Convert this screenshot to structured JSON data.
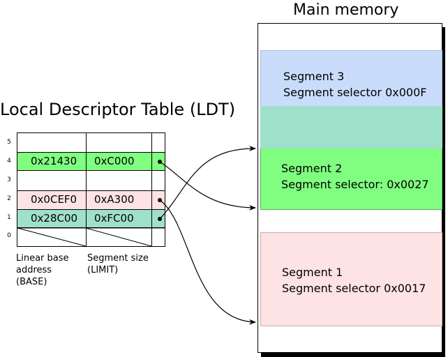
{
  "titles": {
    "main_memory": "Main memory",
    "ldt": "Local Descriptor Table (LDT)"
  },
  "colors": {
    "segment3": "#c9dcfb",
    "overlap": "#9fe0cb",
    "segment2": "#80fe80",
    "segment1": "#fde3e3",
    "row4": "#80fe80",
    "row2": "#fde3e3",
    "row1": "#9fe0cb"
  },
  "segments": [
    {
      "name": "Segment 3",
      "selector": "Segment selector 0x000F"
    },
    {
      "name": "Segment 2",
      "selector": "Segment selector: 0x0027"
    },
    {
      "name": "Segment 1",
      "selector": "Segment selector 0x0017"
    }
  ],
  "ldt": {
    "row_numbers": [
      "5",
      "4",
      "3",
      "2",
      "1",
      "0"
    ],
    "entries": [
      {
        "row": "4",
        "base": "0x21430",
        "limit": "0xC000"
      },
      {
        "row": "2",
        "base": "0x0CEF0",
        "limit": "0xA300"
      },
      {
        "row": "1",
        "base": "0x28C00",
        "limit": "0xFC00"
      }
    ],
    "base_caption": [
      "Linear base",
      "address",
      "(BASE)"
    ],
    "limit_caption": [
      "Segment size",
      "(LIMIT)"
    ]
  }
}
